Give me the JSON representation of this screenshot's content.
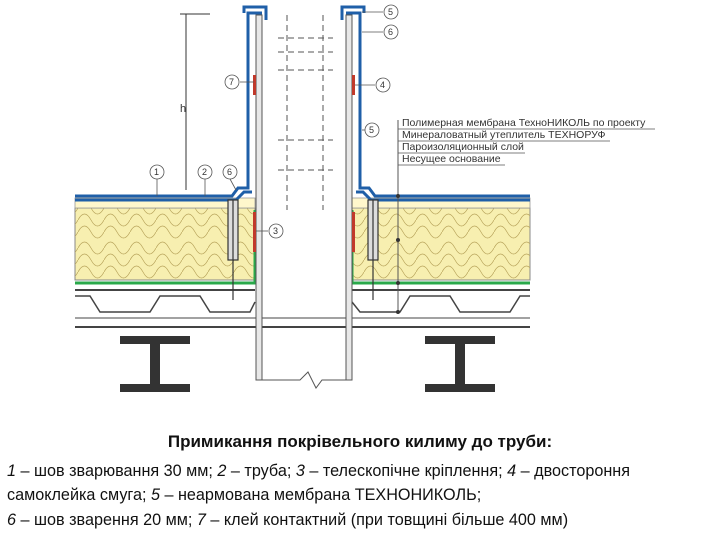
{
  "diagram": {
    "legend": [
      "Полимерная мембрана ТехноНИКОЛЬ по проекту",
      "Минераловатный утеплитель ТЕХНОРУФ",
      "Пароизоляционный слой",
      "Несущее основание"
    ],
    "callouts": [
      "1",
      "2",
      "3",
      "4",
      "5",
      "6",
      "7"
    ],
    "dim_label": "h"
  },
  "caption": {
    "title": "Примикання покрівельного килиму до труби:",
    "line1": [
      {
        "n": "1",
        "t": " – шов зварювання 30 мм; "
      },
      {
        "n": "2",
        "t": " – труба; "
      },
      {
        "n": "3",
        "t": " – телескопічне кріплення; "
      },
      {
        "n": "4",
        "t": " – двостороння"
      }
    ],
    "line2": [
      {
        "n": "",
        "t": "самоклейка смуга; "
      },
      {
        "n": "5",
        "t": " – неармована мембрана ТЕХНОНИКОЛЬ;"
      }
    ],
    "line3": [
      {
        "n": "6",
        "t": " – шов зварення 20 мм; "
      },
      {
        "n": "7",
        "t": " – клей контактний (при товщині більше 400 мм)"
      }
    ]
  },
  "colors": {
    "membrane": "#1f5fa8",
    "insulation": "#f7efb0",
    "vapor_barrier": "#29a84a",
    "steel": "#3a3a3a",
    "tape": "#c0392b"
  }
}
